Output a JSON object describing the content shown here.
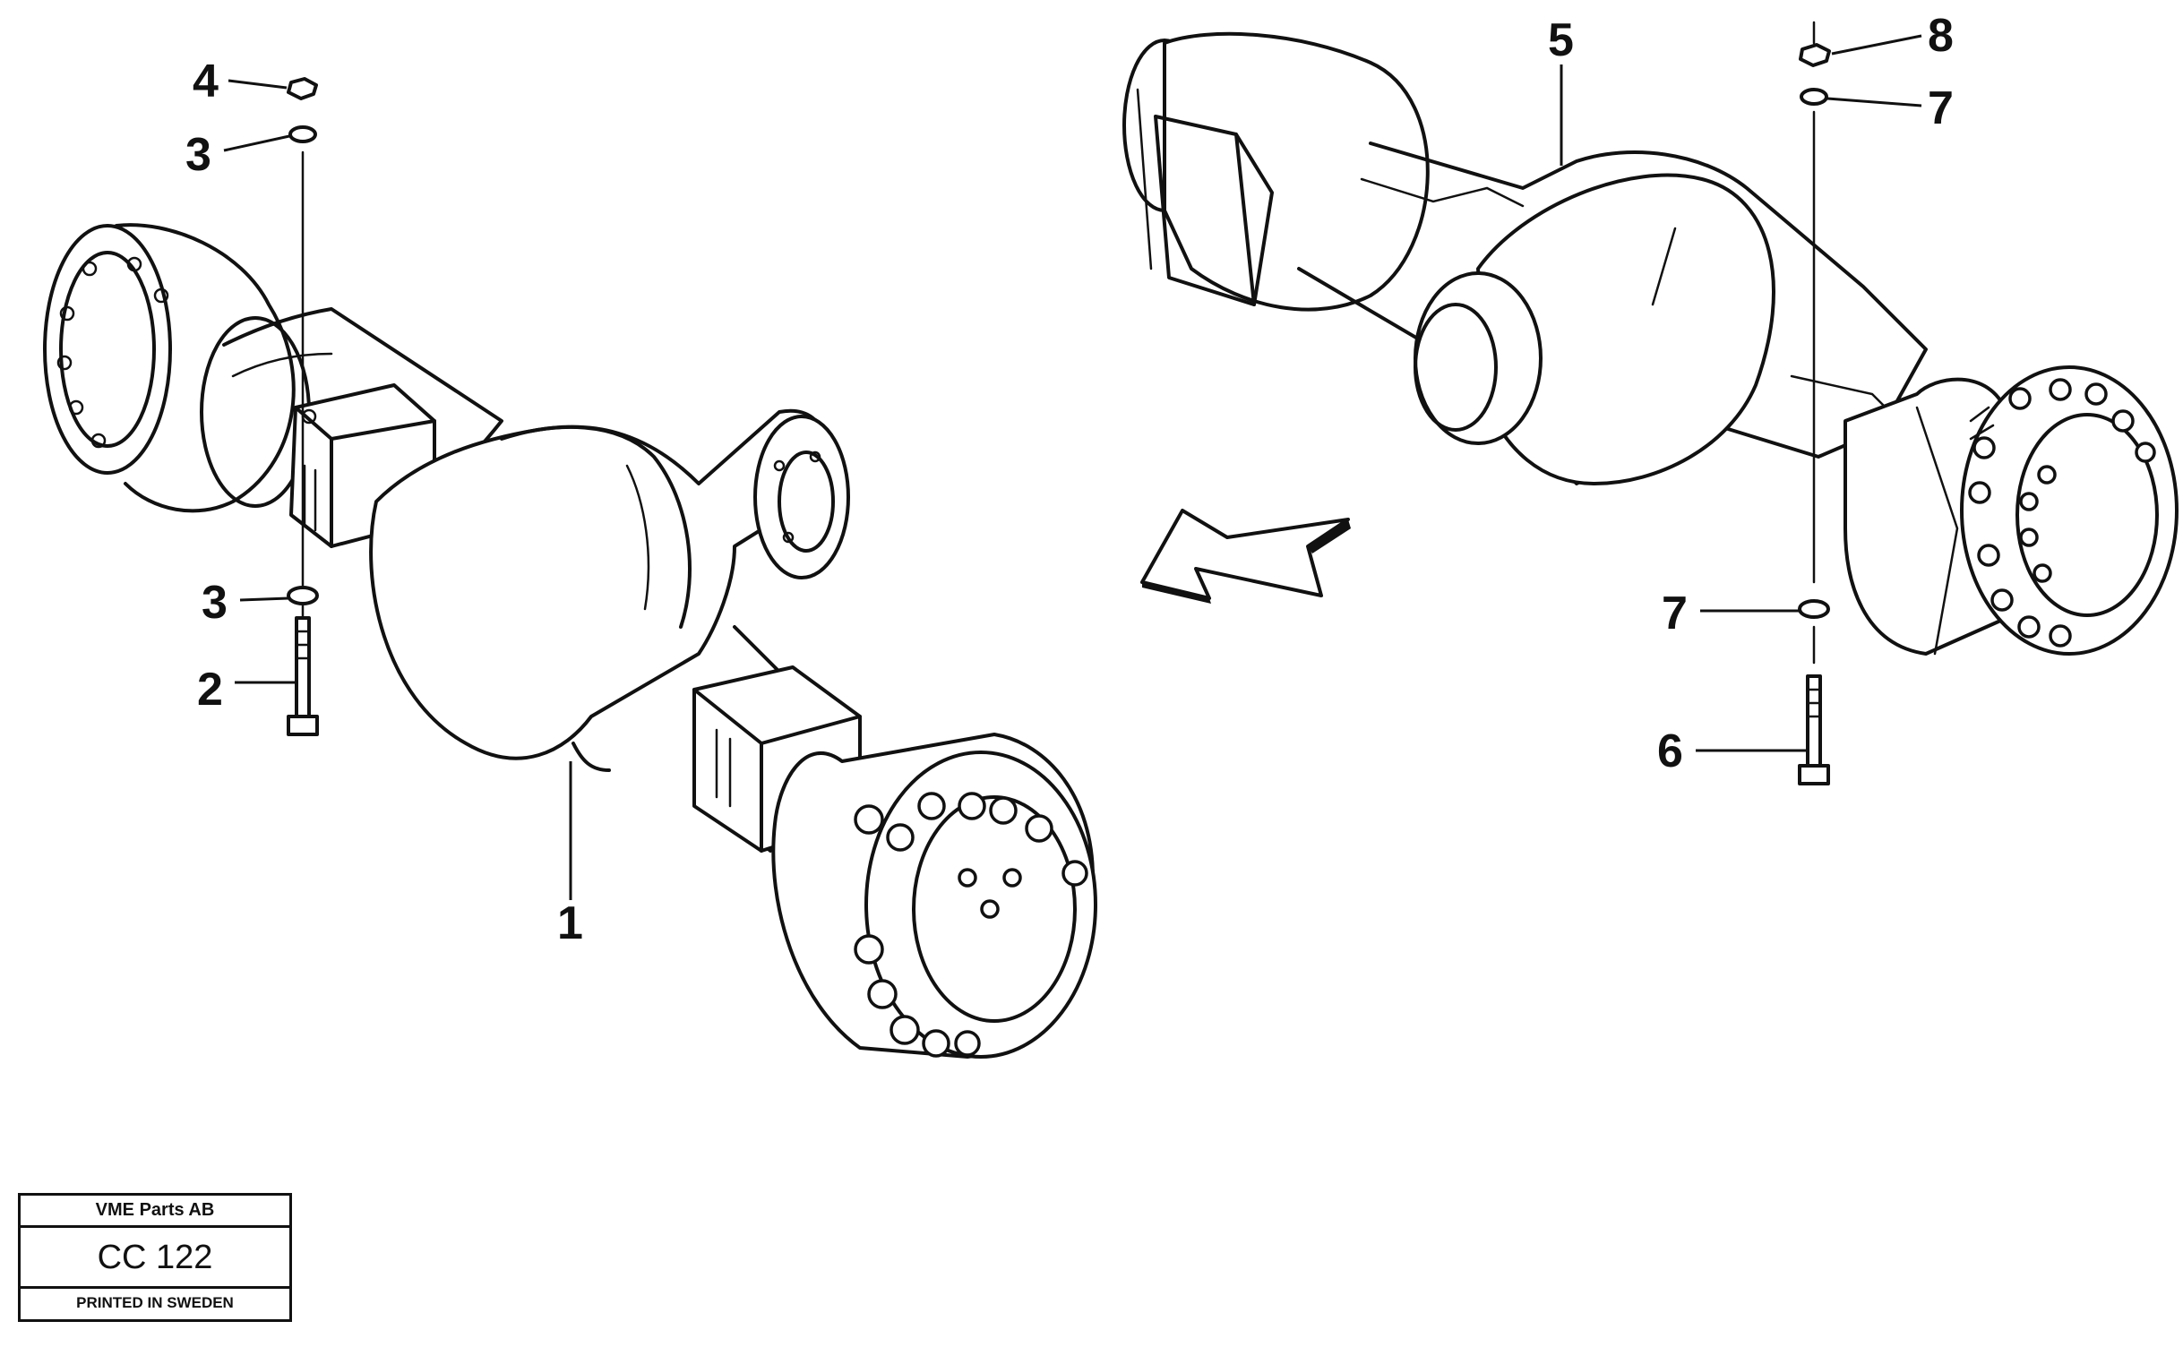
{
  "callouts": {
    "c1": "1",
    "c2": "2",
    "c3a": "3",
    "c3b": "3",
    "c4": "4",
    "c5": "5",
    "c6": "6",
    "c7a": "7",
    "c7b": "7",
    "c8": "8"
  },
  "title_block": {
    "company": "VME Parts AB",
    "code": "CC 122",
    "printed": "PRINTED IN SWEDEN"
  }
}
